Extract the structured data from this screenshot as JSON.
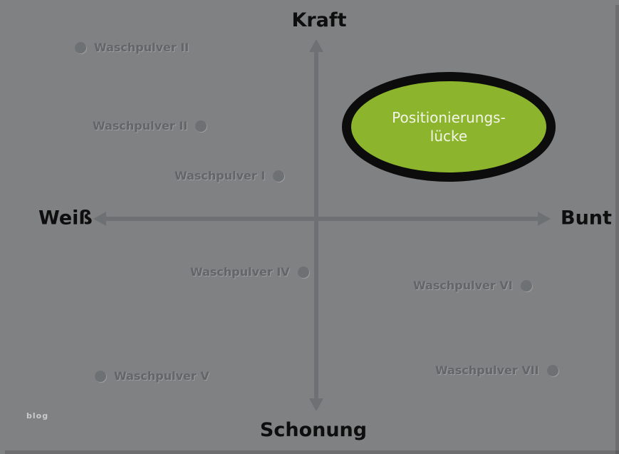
{
  "canvas": {
    "background_color": "#808183",
    "axis_color": "#6e7173",
    "label_text_color": "#636668"
  },
  "axes": {
    "top_label": "Kraft",
    "bottom_label": "Schonung",
    "left_label": "Weiß",
    "right_label": "Bunt"
  },
  "gap_ellipse": {
    "label_line1": "Positionierungs-",
    "label_line2": "lücke",
    "fill_color": "#8cb52d",
    "border_color": "#0c0c0c",
    "text_color": "#f2f5e8"
  },
  "points": [
    {
      "label": "Waschpulver II",
      "dot_side": "left",
      "quadrant": "top-left"
    },
    {
      "label": "Waschpulver II",
      "dot_side": "right",
      "quadrant": "top-left"
    },
    {
      "label": "Waschpulver I",
      "dot_side": "right",
      "quadrant": "top-left"
    },
    {
      "label": "Waschpulver IV",
      "dot_side": "right",
      "quadrant": "bottom-left"
    },
    {
      "label": "Waschpulver VI",
      "dot_side": "right",
      "quadrant": "bottom-right"
    },
    {
      "label": "Waschpulver VII",
      "dot_side": "right",
      "quadrant": "bottom-right"
    },
    {
      "label": "Waschpulver V",
      "dot_side": "left",
      "quadrant": "bottom-left"
    }
  ],
  "watermark": "blog"
}
